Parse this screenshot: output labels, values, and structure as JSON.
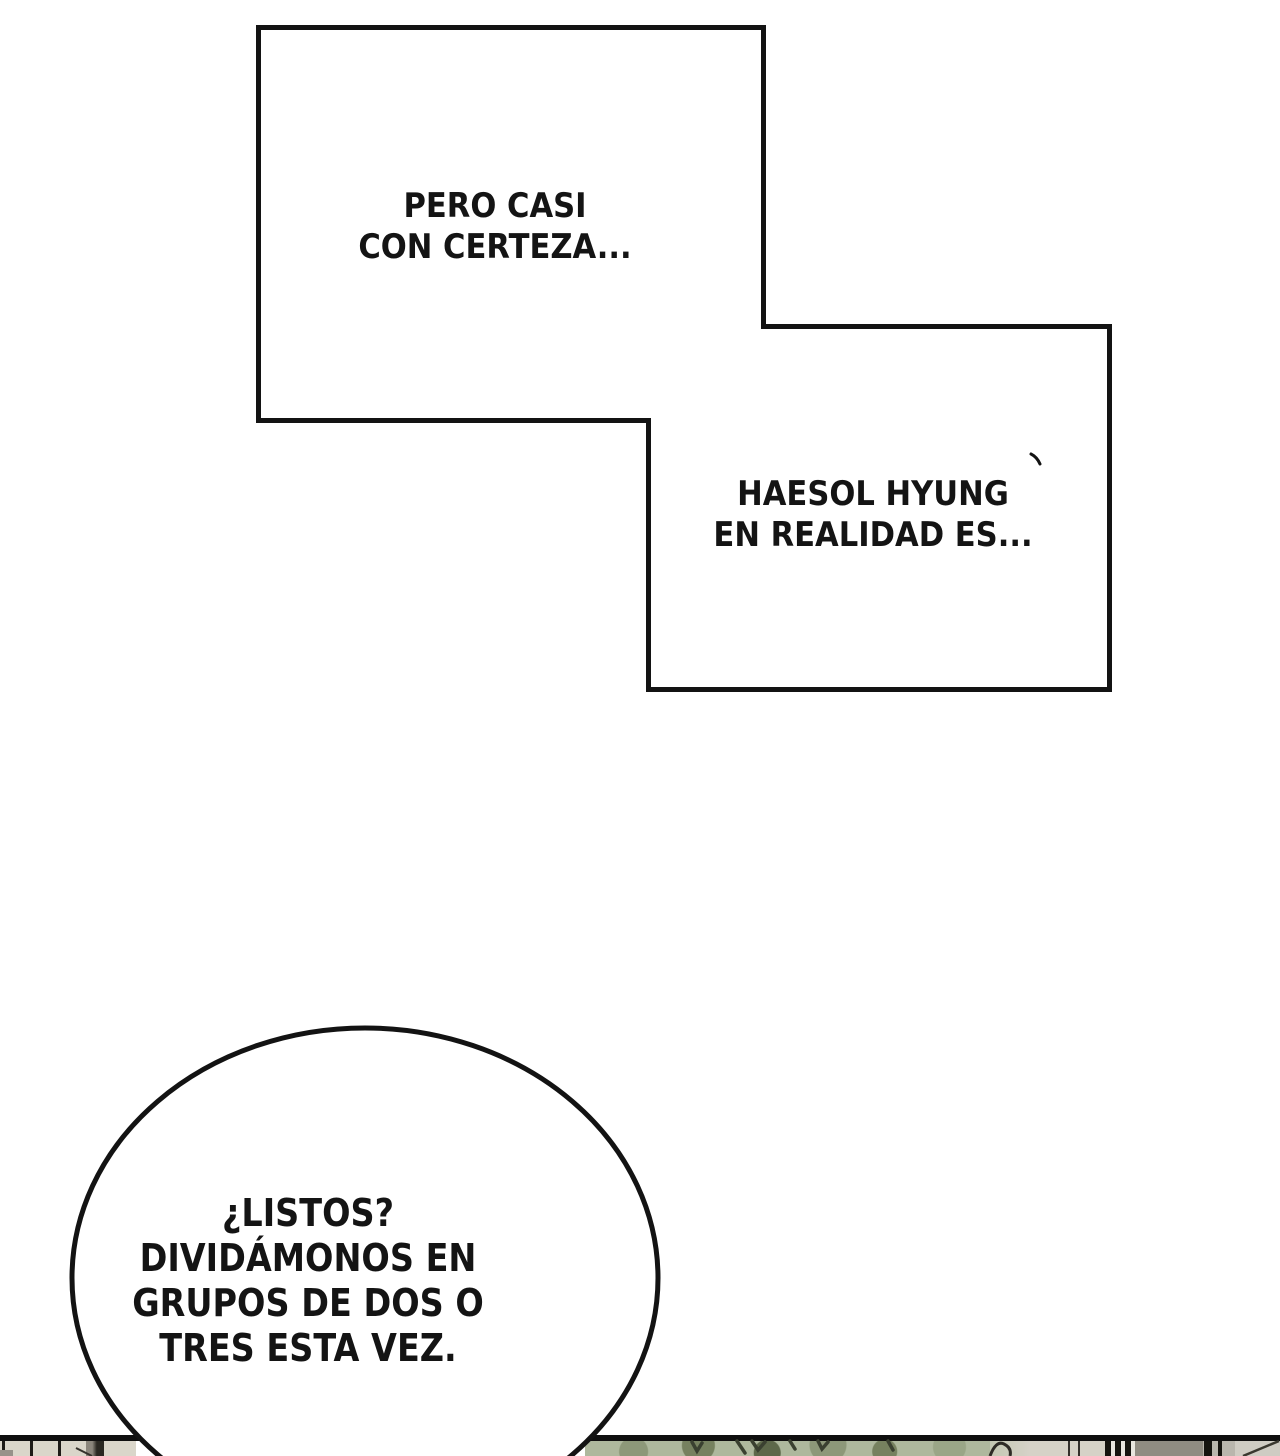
{
  "page": {
    "background": "#ffffff",
    "ink_color": "#131313"
  },
  "caption_box_1": {
    "lines": [
      "PERO CASI",
      "CON CERTEZA..."
    ]
  },
  "caption_box_2": {
    "lines": [
      "HAESOL HYUNG",
      "EN REALIDAD ES..."
    ]
  },
  "speech_bubble": {
    "lines": [
      "¿LISTOS?",
      "DIVIDÁMONOS EN",
      "GRUPOS DE DOS O",
      "TRES ESTA VEZ."
    ]
  },
  "next_panel_art": {
    "border_color": "#0f0f0f",
    "blinds_color": "#dad6ca",
    "foliage_light": "#aeb89d",
    "foliage_mid": "#76815f",
    "foliage_dark": "#5d684a",
    "wall_light": "#d6d2c7",
    "wall_mid": "#908c82",
    "bar_dark": "#15140f"
  }
}
